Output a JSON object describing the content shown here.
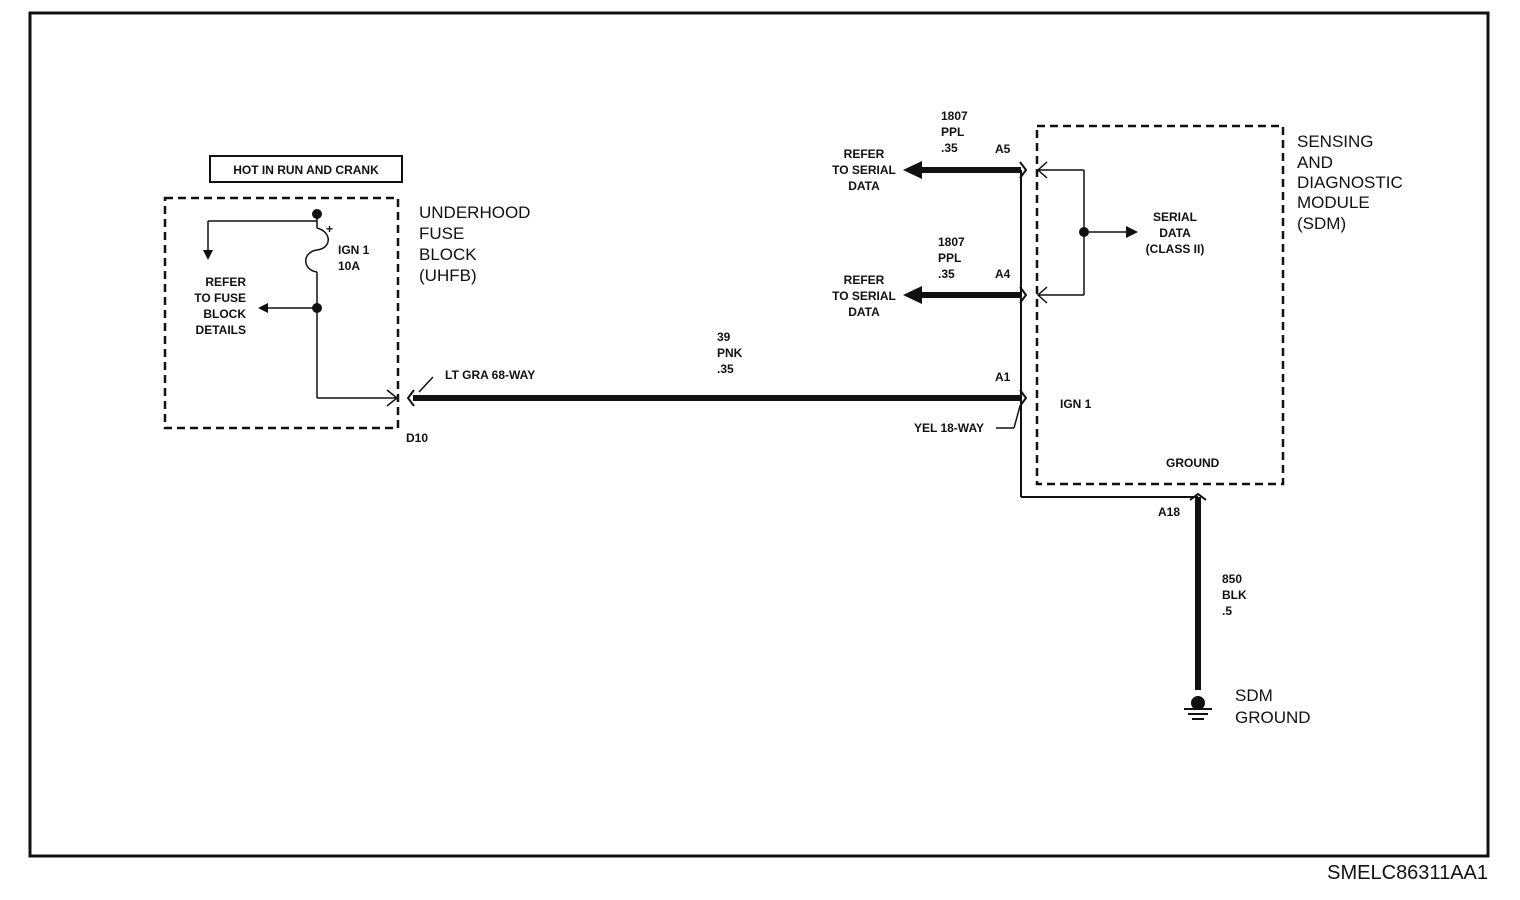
{
  "hot_label": "HOT IN RUN AND CRANK",
  "uhfb": {
    "name": [
      "UNDERHOOD",
      "FUSE",
      "BLOCK",
      "(UHFB)"
    ],
    "fuse_name": "IGN 1",
    "fuse_rating": "10A",
    "fuse_plus": "+",
    "refer": [
      "REFER",
      "TO FUSE",
      "BLOCK",
      "DETAILS"
    ]
  },
  "sdm": {
    "name": [
      "SENSING",
      "AND",
      "DIAGNOSTIC",
      "MODULE",
      "(SDM)"
    ],
    "serial": [
      "SERIAL",
      "DATA",
      "(CLASS II)"
    ],
    "ign_label": "IGN 1",
    "ground_label": "GROUND"
  },
  "wires": {
    "a5": {
      "circuit": "1807",
      "color": "PPL",
      "gauge": ".35",
      "pin": "A5",
      "refer": [
        "REFER",
        "TO SERIAL",
        "DATA"
      ]
    },
    "a4": {
      "circuit": "1807",
      "color": "PPL",
      "gauge": ".35",
      "pin": "A4",
      "refer": [
        "REFER",
        "TO SERIAL",
        "DATA"
      ]
    },
    "main": {
      "circuit": "39",
      "color": "PNK",
      "gauge": ".35",
      "pin_left": "D10",
      "pin_right": "A1",
      "connector_left": "LT GRA 68-WAY",
      "connector_right": "YEL 18-WAY"
    },
    "ground": {
      "circuit": "850",
      "color": "BLK",
      "gauge": ".5",
      "pin": "A18",
      "label": [
        "SDM",
        "GROUND"
      ]
    }
  },
  "ref_code": "SMELC86311AA1"
}
